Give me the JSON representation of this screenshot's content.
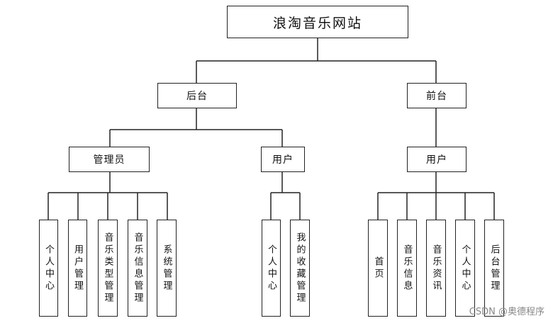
{
  "title": "浪淘音乐网站",
  "backend": {
    "label": "后台",
    "admin": {
      "label": "管理员",
      "items": [
        "个人中心",
        "用户管理",
        "音乐类型管理",
        "音乐信息管理",
        "系统管理"
      ]
    },
    "user": {
      "label": "用户",
      "items": [
        "个人中心",
        "我的收藏管理"
      ]
    }
  },
  "frontend": {
    "label": "前台",
    "user": {
      "label": "用户",
      "items": [
        "首页",
        "音乐信息",
        "音乐资讯",
        "个人中心",
        "后台管理"
      ]
    }
  },
  "watermark": "CSDN @奥德程序"
}
